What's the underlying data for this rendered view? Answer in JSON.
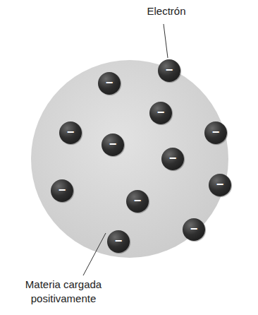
{
  "diagram": {
    "nodes": [
      {
        "text": [
          "−"
        ]
      },
      {
        "text": [
          "−"
        ]
      },
      {
        "text": [
          "−"
        ]
      },
      {
        "text": [
          "−"
        ]
      },
      {
        "text": [
          "−"
        ]
      },
      {
        "text": [
          "−"
        ]
      },
      {
        "text": [
          "−"
        ]
      },
      {
        "text": [
          "−"
        ]
      },
      {
        "text": [
          "−"
        ]
      },
      {
        "text": [
          "−"
        ]
      },
      {
        "text": [
          "−"
        ]
      },
      {
        "text": [
          "−"
        ]
      }
    ],
    "labels": [
      "Electrón",
      "Materia cargada positivamente"
    ]
  }
}
